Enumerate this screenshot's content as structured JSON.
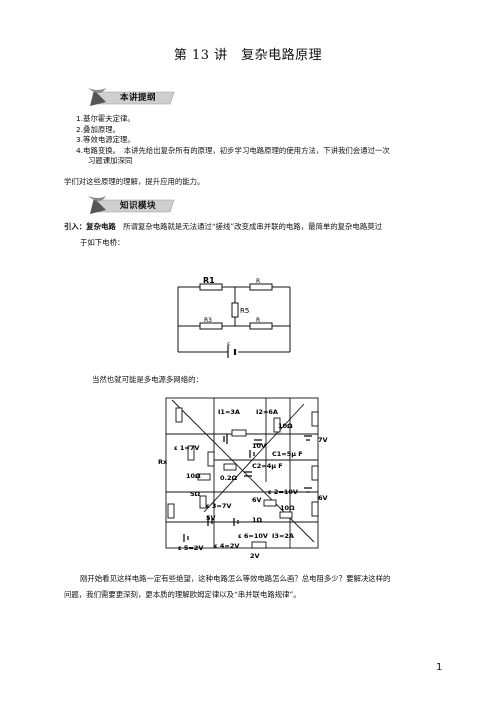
{
  "title": "第 13 讲　复杂电路原理",
  "sections": {
    "tips": "本讲提纲",
    "knowledge": "知识模块"
  },
  "outline": [
    "1.基尔霍夫定律。",
    "2.叠加原理。",
    "3.等效电源定理。",
    "4.电路变换。　本讲先给出复杂所有的原理，初步学习电路原理的使用方法，下讲我们会通过一次",
    "习题课加深同"
  ],
  "outline_tail": "学们对这些原理的理解，提升应用的能力。",
  "intro": {
    "label": "引入：复杂电路",
    "line1": "所谓复杂电路就是无法通过“搓线”改变成串并联的电路，最简单的复杂电路莫过",
    "line2": "于如下电桥："
  },
  "bridge": {
    "r1": "R1",
    "r1b": "R",
    "r3": "R3",
    "r3b": "R",
    "r5": "R5",
    "r4": "R",
    "battery": "ε"
  },
  "network_intro": "当然也就可能是多电源多网络的：",
  "network": {
    "i1": "I1=3A",
    "i2": "I2=6A",
    "r10a": "10Ω",
    "v10": "10V",
    "v7a": "7V",
    "c1": "C1=5μ F",
    "e1": "ε 1=7V",
    "c2": "C2=4μ F",
    "rx": "Rx",
    "r02": "0.2Ω",
    "r10b": "10Ω",
    "e2": "ε 2=10V",
    "v6a": "6V",
    "v6b": "6V",
    "r5o": "5Ω",
    "e3": "ε 3=7V",
    "r10c": "10Ω",
    "v5": "5V",
    "r1o": "1Ω",
    "e6": "ε 6=10V",
    "i3": "I3=2A",
    "e5": "ε 5=2V",
    "e4": "ε 4=2V",
    "v2": "2V"
  },
  "closing": {
    "line1": "刚开始看见这样电路一定有些绝望，这种电路怎么等效电路怎么画？总电阻多少？要解决这样的",
    "line2": "问题，我们需要更深刻，更本质的理解欧姆定律以及“串并联电路规律”。"
  },
  "page_number": "1"
}
